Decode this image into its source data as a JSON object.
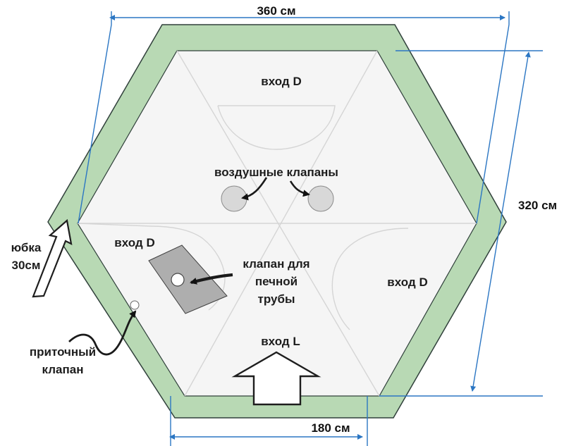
{
  "colors": {
    "wall_fill": "#b8d9b4",
    "wall_stroke": "#30403b",
    "floor_fill": "#f5f5f5",
    "line_color": "#d4d4d4",
    "valve_fill": "#d8d8d8",
    "stove_fill": "#aeaeae",
    "dimension_blue": "#2b76c3"
  },
  "dimensions": {
    "top": "360 см",
    "right": "320 см",
    "bottom": "180 см"
  },
  "labels": {
    "entrance_top": "вход D",
    "entrance_left": "вход D",
    "entrance_right": "вход D",
    "entrance_bottom": "вход L",
    "air_valves": "воздушные клапаны",
    "stove_pipe_line1": "клапан для",
    "stove_pipe_line2": "печной",
    "stove_pipe_line3": "трубы",
    "skirt_line1": "юбка",
    "skirt_line2": "30см",
    "supply_line1": "приточный",
    "supply_line2": "клапан"
  },
  "icons": {
    "air_valve_left": "circle-icon",
    "air_valve_right": "circle-icon",
    "stove_pipe": "circle-icon",
    "supply_valve": "circle-icon",
    "entrance_arrow": "arrow-up-icon"
  }
}
